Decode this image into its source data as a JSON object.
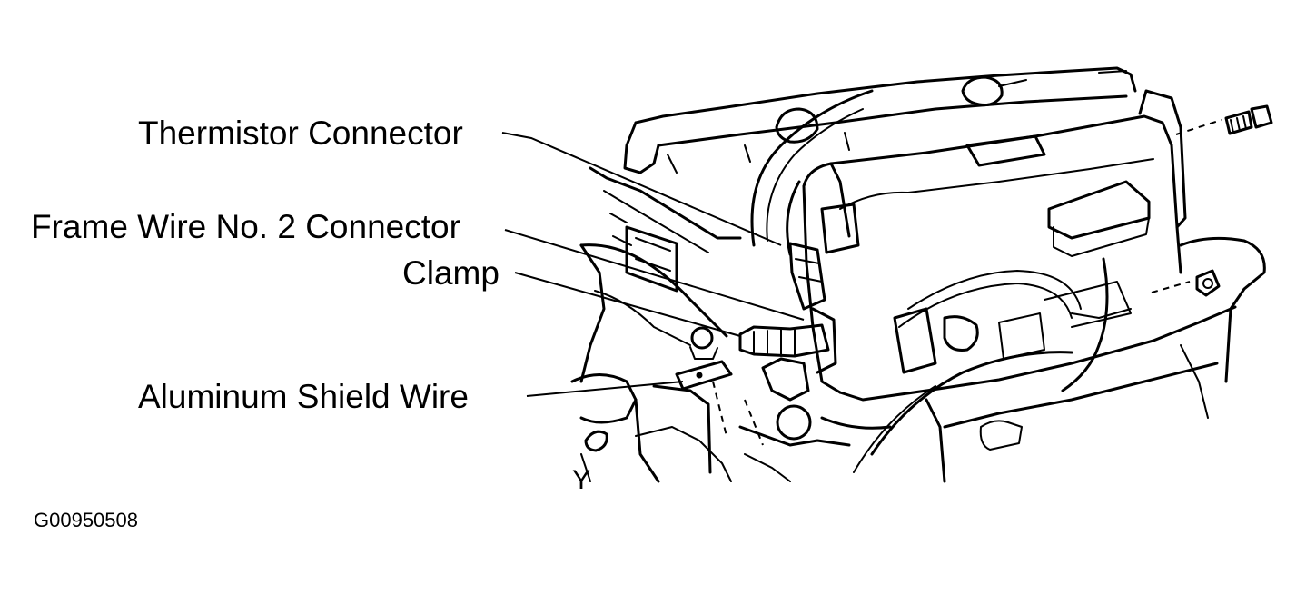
{
  "callouts": {
    "thermistor_connector": "Thermistor Connector",
    "frame_wire_no2_connector": "Frame Wire No. 2 Connector",
    "clamp": "Clamp",
    "aluminum_shield_wire": "Aluminum Shield Wire"
  },
  "figure_id": "G00950508",
  "corner_mark": "Y",
  "colors": {
    "ink": "#000000",
    "paper": "#ffffff"
  }
}
